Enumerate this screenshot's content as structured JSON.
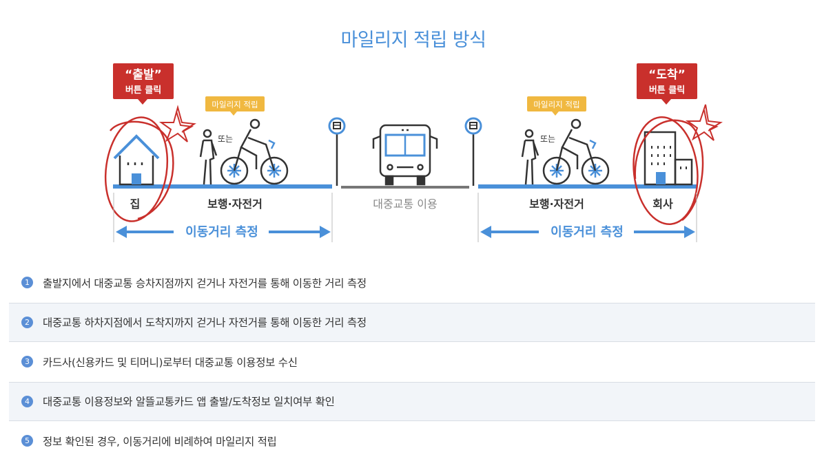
{
  "title": "마일리지 적립 방식",
  "diagram": {
    "start_callout": {
      "quote": "“출발”",
      "sub": "버튼 클릭"
    },
    "end_callout": {
      "quote": "“도착”",
      "sub": "버튼 클릭"
    },
    "mileage_badge": "마일리지 적립",
    "or_label": "또는",
    "home_label": "집",
    "walk_bike_label": "보행·자전거",
    "transit_label": "대중교통 이용",
    "company_label": "회사",
    "measure_label": "이동거리 측정",
    "colors": {
      "blue": "#4a90d9",
      "red": "#c9302c",
      "orange": "#f0b840",
      "gray": "#777777"
    }
  },
  "steps": [
    {
      "num": "1",
      "text": "출발지에서 대중교통 승차지점까지 걷거나 자전거를 통해 이동한 거리 측정"
    },
    {
      "num": "2",
      "text": "대중교통 하차지점에서 도착지까지 걷거나 자전거를 통해 이동한 거리 측정"
    },
    {
      "num": "3",
      "text": "카드사(신용카드 및 티머니)로부터 대중교통 이용정보 수신"
    },
    {
      "num": "4",
      "text": "대중교통 이용정보와 알뜰교통카드 앱 출발/도착정보 일치여부 확인"
    },
    {
      "num": "5",
      "text": "정보 확인된 경우, 이동거리에 비례하여 마일리지 적립"
    }
  ]
}
